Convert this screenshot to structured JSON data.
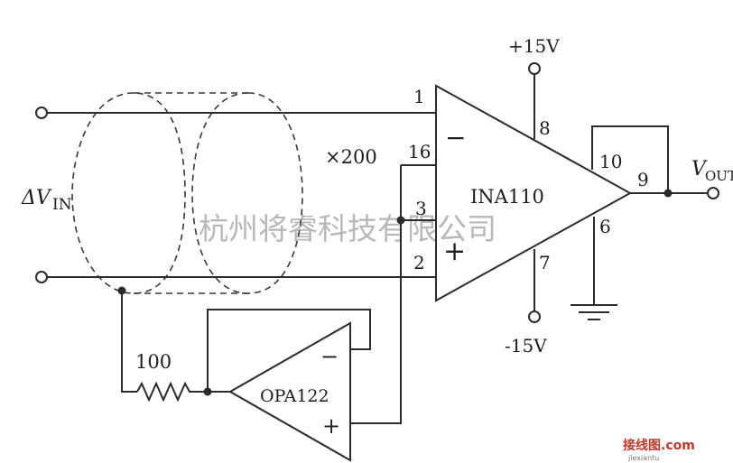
{
  "labels": {
    "input": "ΔV",
    "input_sub": "IN",
    "output": "V",
    "output_sub": "OUT",
    "gain": "×200",
    "supply_pos": "+15V",
    "supply_neg": "-15V",
    "resistor": "100",
    "amp_main": "INA110",
    "amp_guard": "OPA122",
    "minus": "−",
    "plus": "+"
  },
  "pins": {
    "p1": "1",
    "p2": "2",
    "p3": "3",
    "p16": "16",
    "p8": "8",
    "p7": "7",
    "p6": "6",
    "p10": "10",
    "p9": "9"
  },
  "watermark": {
    "main": "杭州将睿科技有限公司",
    "corner": "接线图.com",
    "corner_sub": "jiexiantu"
  }
}
